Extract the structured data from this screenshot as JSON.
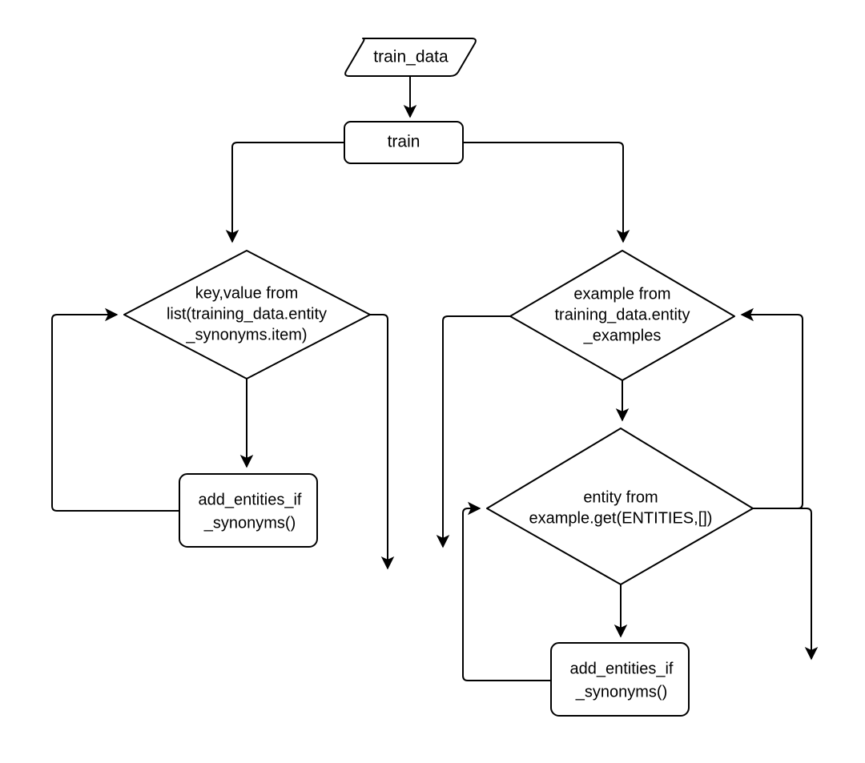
{
  "diagram": {
    "title": "train flowchart",
    "background_color": "#ffffff",
    "line_color": "#000000",
    "text_color": "#000000"
  },
  "nodes": {
    "train_data": {
      "label": "train_data",
      "shape": "parallelogram-io"
    },
    "train": {
      "label": "train",
      "shape": "rounded-rectangle"
    },
    "loop_synonyms": {
      "line1": "key,value from",
      "line2": "list(training_data.entity",
      "line3": "_synonyms.item)",
      "shape": "diamond"
    },
    "loop_examples": {
      "line1": "example from",
      "line2": "training_data.entity",
      "line3": "_examples",
      "shape": "diamond"
    },
    "loop_entities": {
      "line1": "entity from",
      "line2": "example.get(ENTITIES,[])",
      "shape": "diamond"
    },
    "add_entities_left": {
      "line1": "add_entities_if",
      "line2": "_synonyms()",
      "shape": "rounded-rectangle"
    },
    "add_entities_right": {
      "line1": "add_entities_if",
      "line2": "_synonyms()",
      "shape": "rounded-rectangle"
    }
  },
  "edges": [
    {
      "id": "e1",
      "from": "train_data",
      "to": "train",
      "arrow": "down"
    },
    {
      "id": "e2",
      "from": "train",
      "to": "loop_synonyms",
      "arrow": "down"
    },
    {
      "id": "e3",
      "from": "train",
      "to": "loop_examples",
      "arrow": "down"
    },
    {
      "id": "e4",
      "from": "loop_synonyms",
      "to": "add_entities_left",
      "arrow": "down"
    },
    {
      "id": "e5",
      "from": "add_entities_left",
      "to": "loop_synonyms",
      "arrow": "right"
    },
    {
      "id": "e6",
      "from": "loop_synonyms",
      "to": "exit_left",
      "arrow": "up"
    },
    {
      "id": "e7",
      "from": "loop_examples",
      "to": "loop_entities",
      "arrow": "down"
    },
    {
      "id": "e8",
      "from": "loop_examples",
      "to": "exit_middle",
      "arrow": "down"
    },
    {
      "id": "e9",
      "from": "loop_entities",
      "to": "add_entities_right",
      "arrow": "down"
    },
    {
      "id": "e10",
      "from": "add_entities_right",
      "to": "loop_entities",
      "arrow": "right"
    },
    {
      "id": "e11",
      "from": "loop_entities",
      "to": "loop_examples",
      "arrow": "left"
    },
    {
      "id": "e12",
      "from": "loop_entities",
      "to": "exit_right",
      "arrow": "down"
    }
  ]
}
